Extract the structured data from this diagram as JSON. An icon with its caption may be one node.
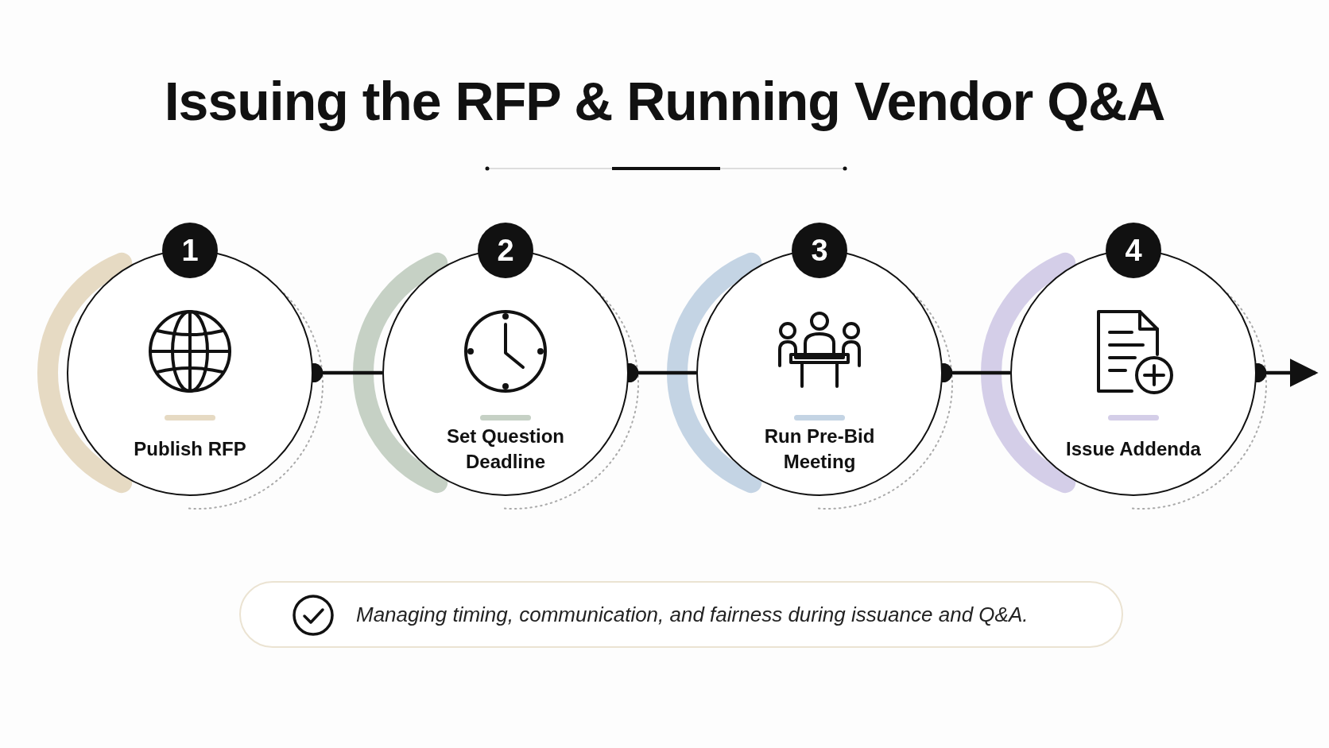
{
  "diagram": {
    "title": "Issuing the RFP & Running Vendor Q&A",
    "nodes": [
      {
        "text": [
          "1",
          "Publish RFP"
        ]
      },
      {
        "text": [
          "2",
          "Set Question Deadline"
        ]
      },
      {
        "text": [
          "3",
          "Run Pre-Bid Meeting"
        ]
      },
      {
        "text": [
          "4",
          "Issue Addenda"
        ]
      },
      {
        "text": [
          "Managing timing, communication, and fairness during issuance and Q&A."
        ]
      }
    ],
    "edges": [
      {
        "from": 0,
        "to": 1,
        "arrow": "other"
      },
      {
        "from": 1,
        "to": 2,
        "arrow": "other"
      },
      {
        "from": 2,
        "to": 3,
        "arrow": "other"
      },
      {
        "from": 3,
        "to": null,
        "arrow": "to"
      }
    ]
  }
}
